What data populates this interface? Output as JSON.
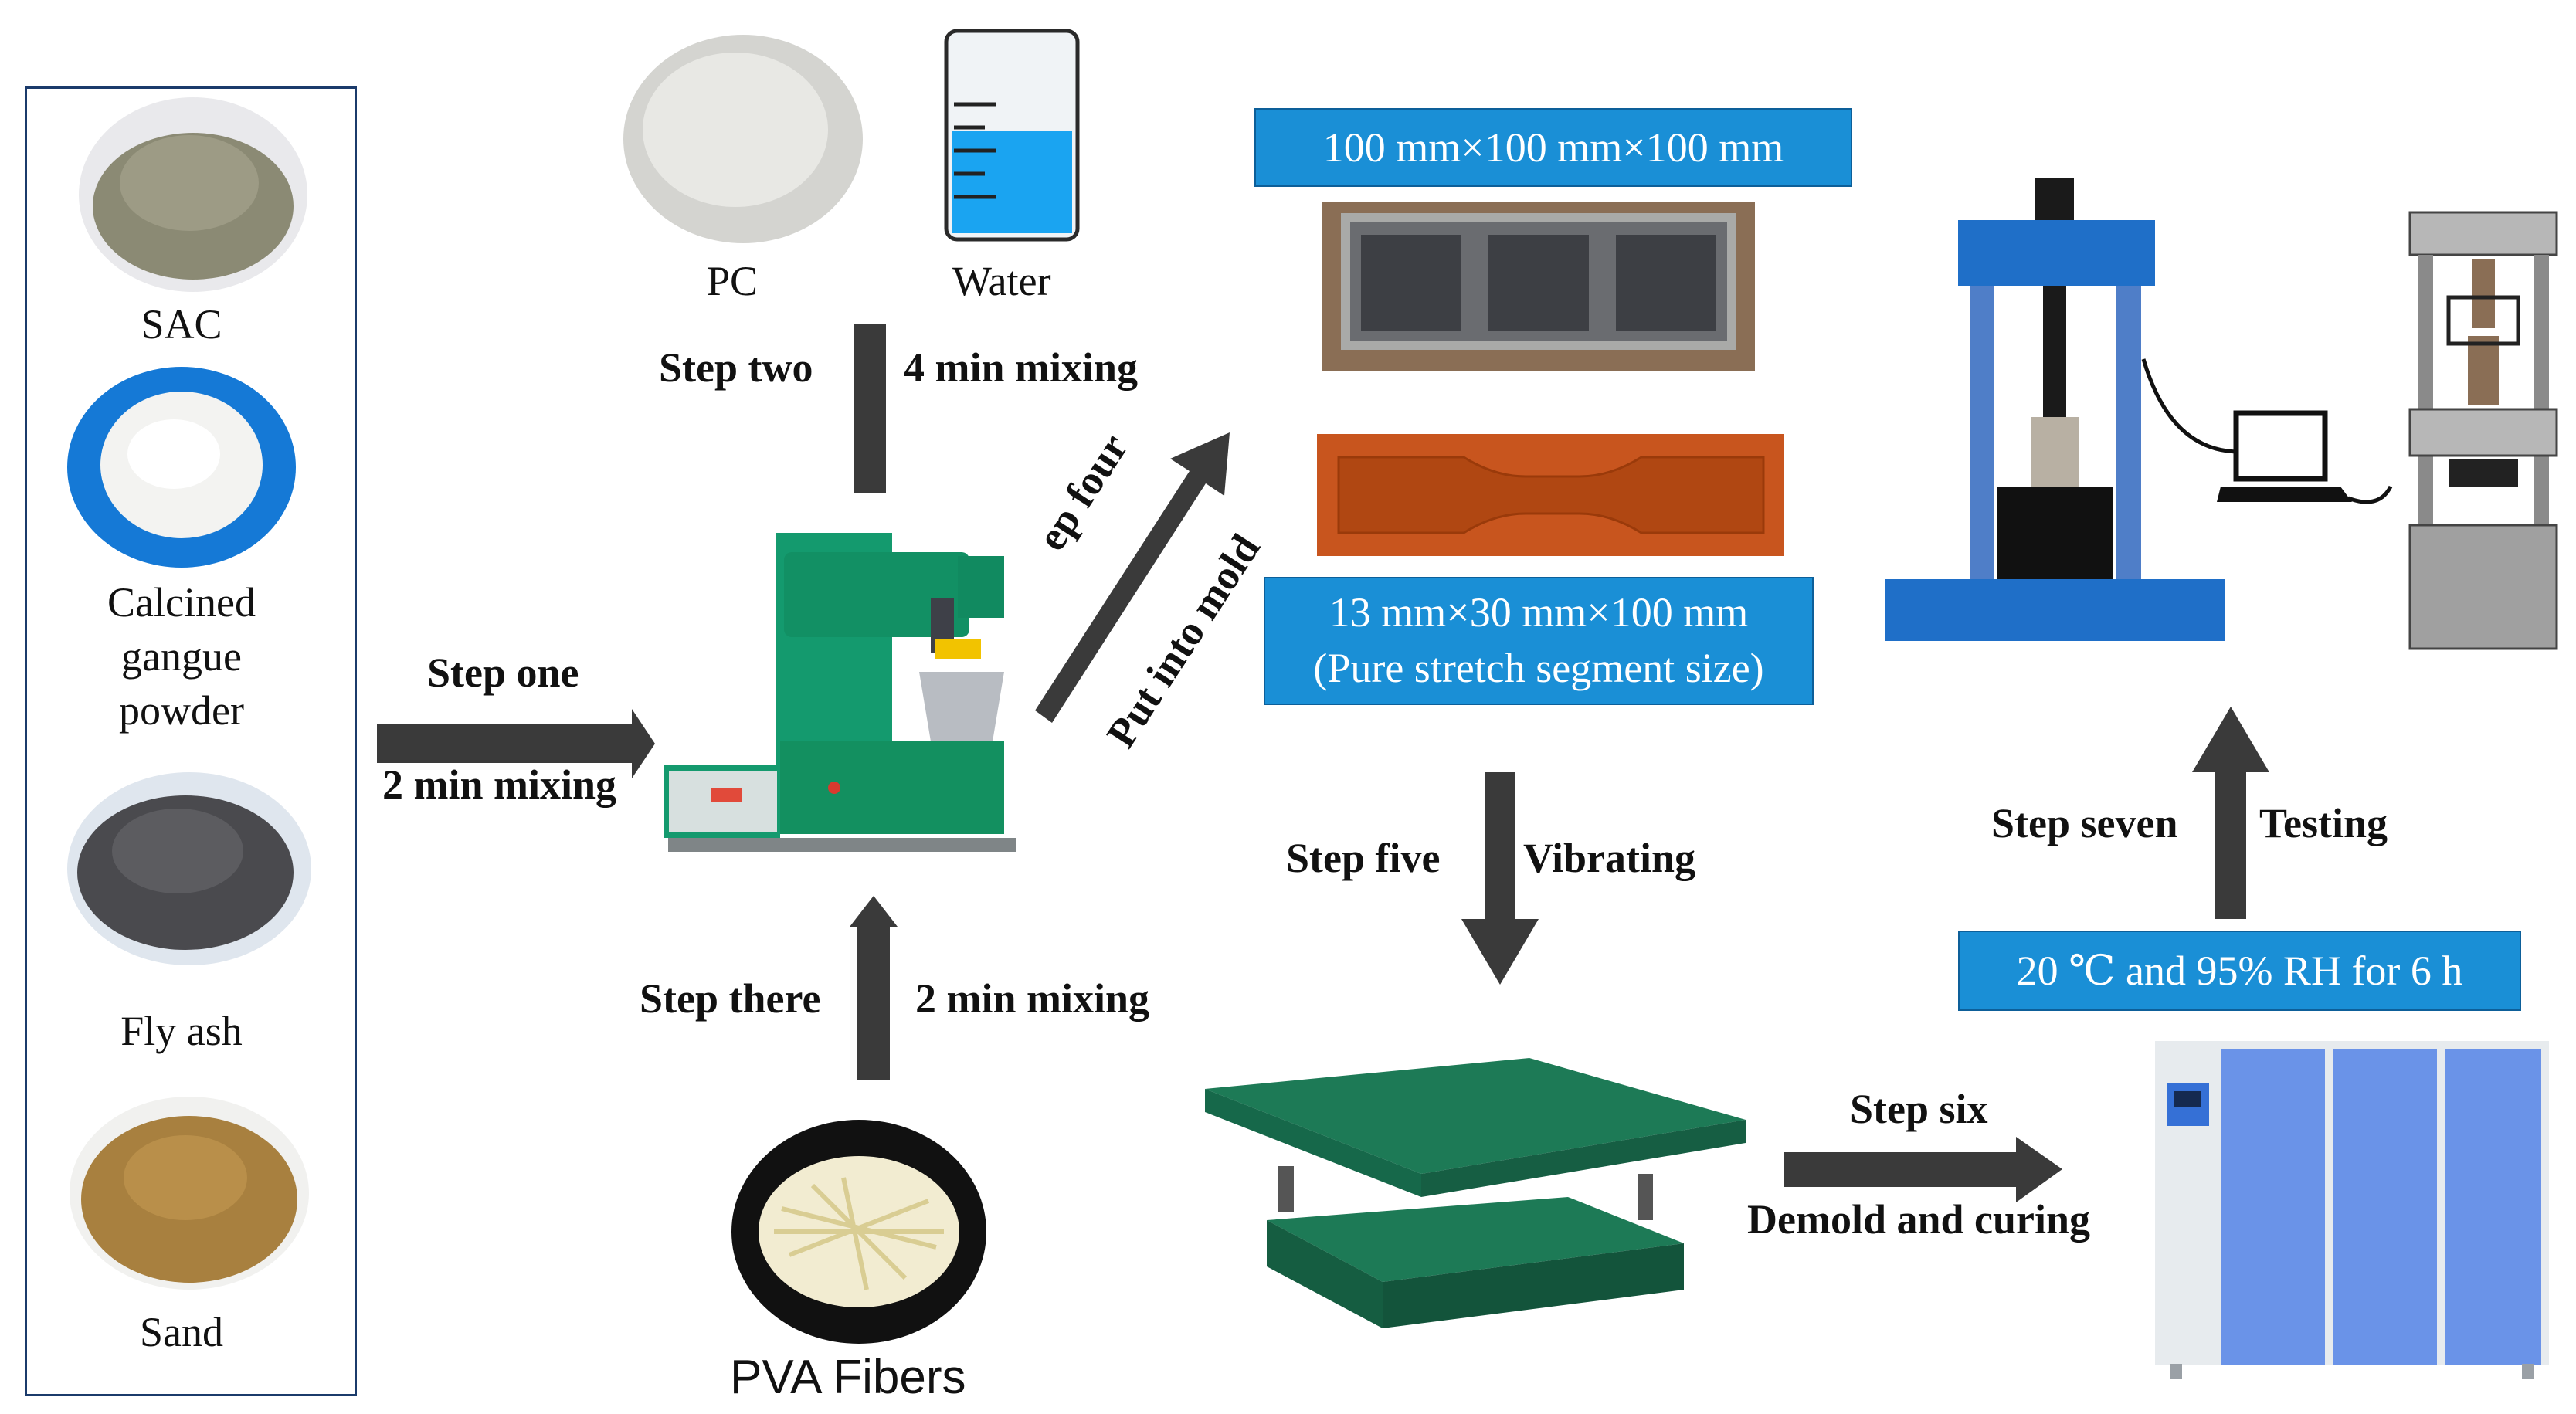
{
  "materials": {
    "sac": "SAC",
    "gangue": "Calcined\ngangue\npowder",
    "flyash": "Fly ash",
    "sand": "Sand"
  },
  "top_inputs": {
    "pc": "PC",
    "water": "Water"
  },
  "fibers": "PVA Fibers",
  "steps": {
    "one": "Step one",
    "one_detail": "2 min mixing",
    "two": "Step two",
    "two_detail": "4 min mixing",
    "three": "Step there",
    "three_detail": "2 min mixing",
    "four": "ep four",
    "four_detail": "Put into mold",
    "five": "Step five",
    "five_detail": "Vibrating",
    "six": "Step six",
    "six_detail": "Demold and curing",
    "seven": "Step seven",
    "seven_detail": "Testing"
  },
  "molds": {
    "cube_size": "100 mm×100 mm×100 mm",
    "dogbone_size_line1": "13 mm×30 mm×100 mm",
    "dogbone_size_line2": "(Pure stretch segment size)"
  },
  "curing_condition": "20 ℃ and 95% RH for 6 h",
  "colors": {
    "arrow": "#3a3a3a",
    "label_box": "#1a8fd6",
    "mixer_green": "#149a6e",
    "machine_blue": "#1f6fc8",
    "mold_orange": "#c8551e",
    "cabinet_blue": "#6a93e8"
  }
}
